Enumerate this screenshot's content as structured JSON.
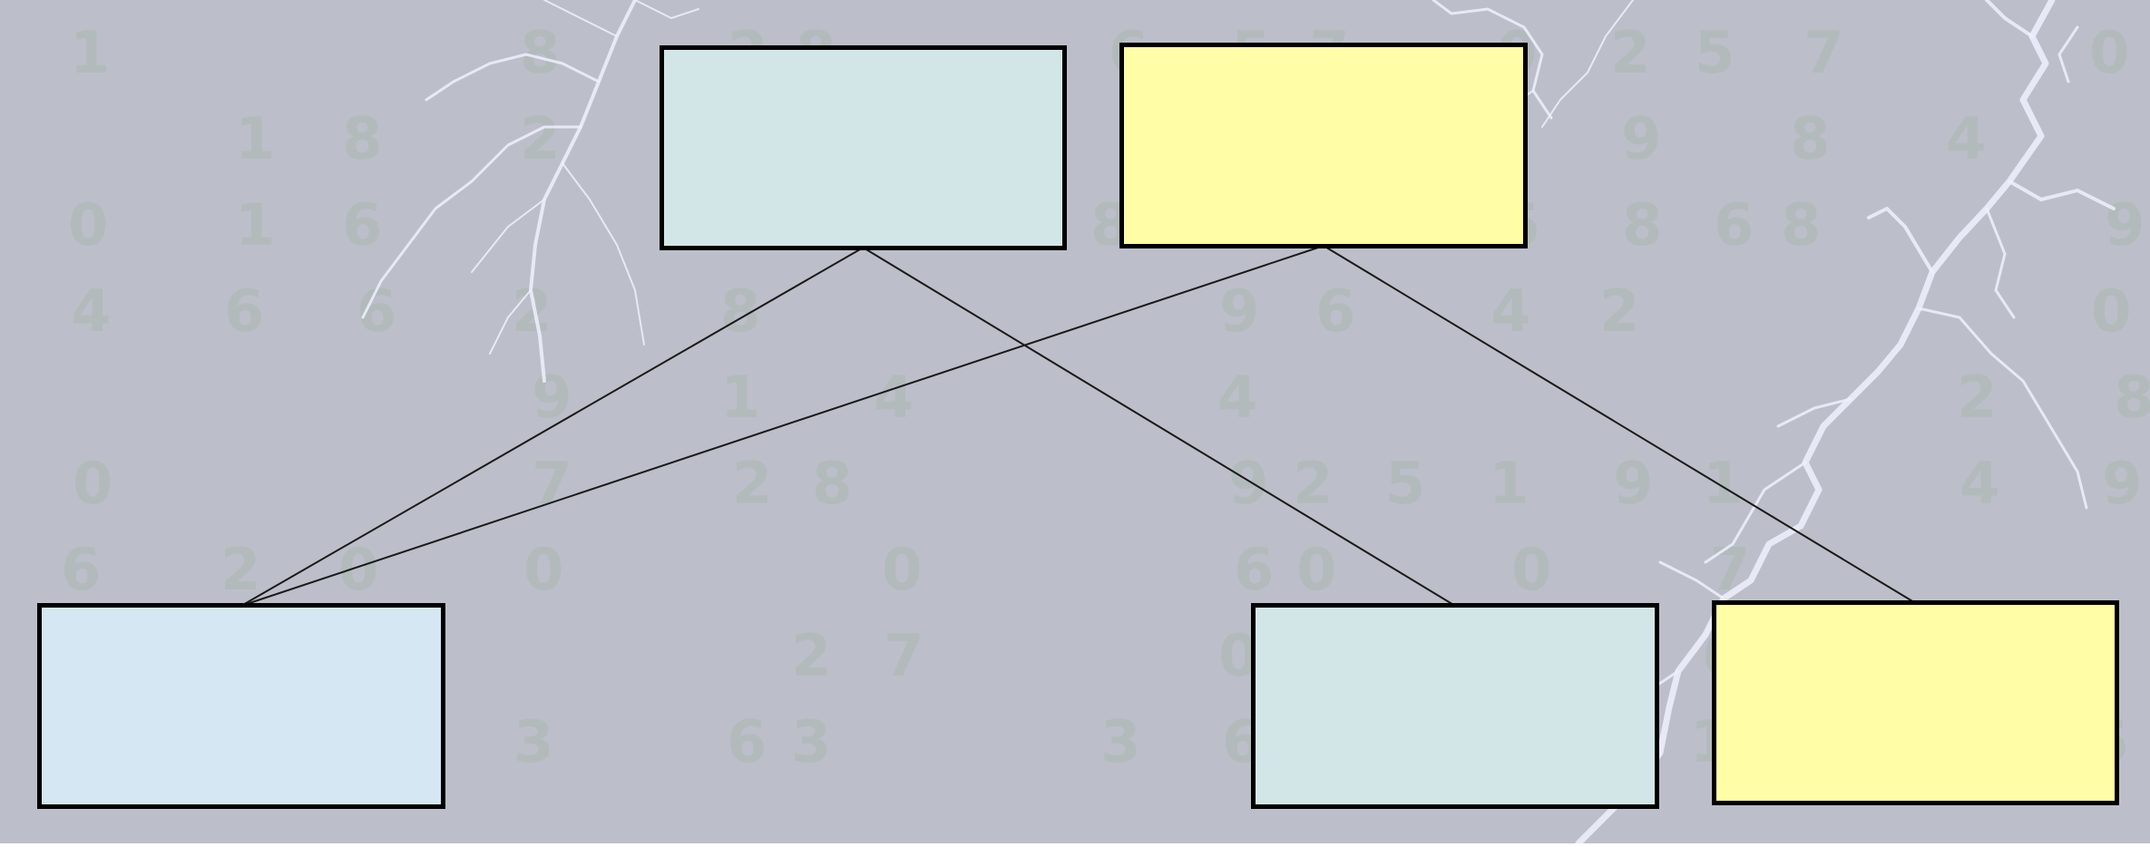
{
  "diagram": {
    "colors": {
      "background": "#bcbfc9",
      "pale_teal": "#d3e6e7",
      "pale_yellow": "#fffda6",
      "pale_blue": "#d4e7f2",
      "border": "#000000",
      "connector": "#1a1a1a",
      "lightning": "#eef0ff",
      "digits": "#a9b6ad"
    },
    "nodes": [
      {
        "id": "top-left",
        "fill": "pale_teal"
      },
      {
        "id": "top-right",
        "fill": "pale_yellow"
      },
      {
        "id": "bottom-left",
        "fill": "pale_blue"
      },
      {
        "id": "bottom-mid",
        "fill": "pale_teal"
      },
      {
        "id": "bottom-right",
        "fill": "pale_yellow"
      }
    ],
    "edges": [
      {
        "from": "top-left",
        "to": "bottom-left"
      },
      {
        "from": "top-left",
        "to": "bottom-mid"
      },
      {
        "from": "top-right",
        "to": "bottom-left"
      },
      {
        "from": "top-right",
        "to": "bottom-right"
      }
    ],
    "background_decor": [
      "lightning-bolt",
      "faded-digit-columns"
    ]
  }
}
